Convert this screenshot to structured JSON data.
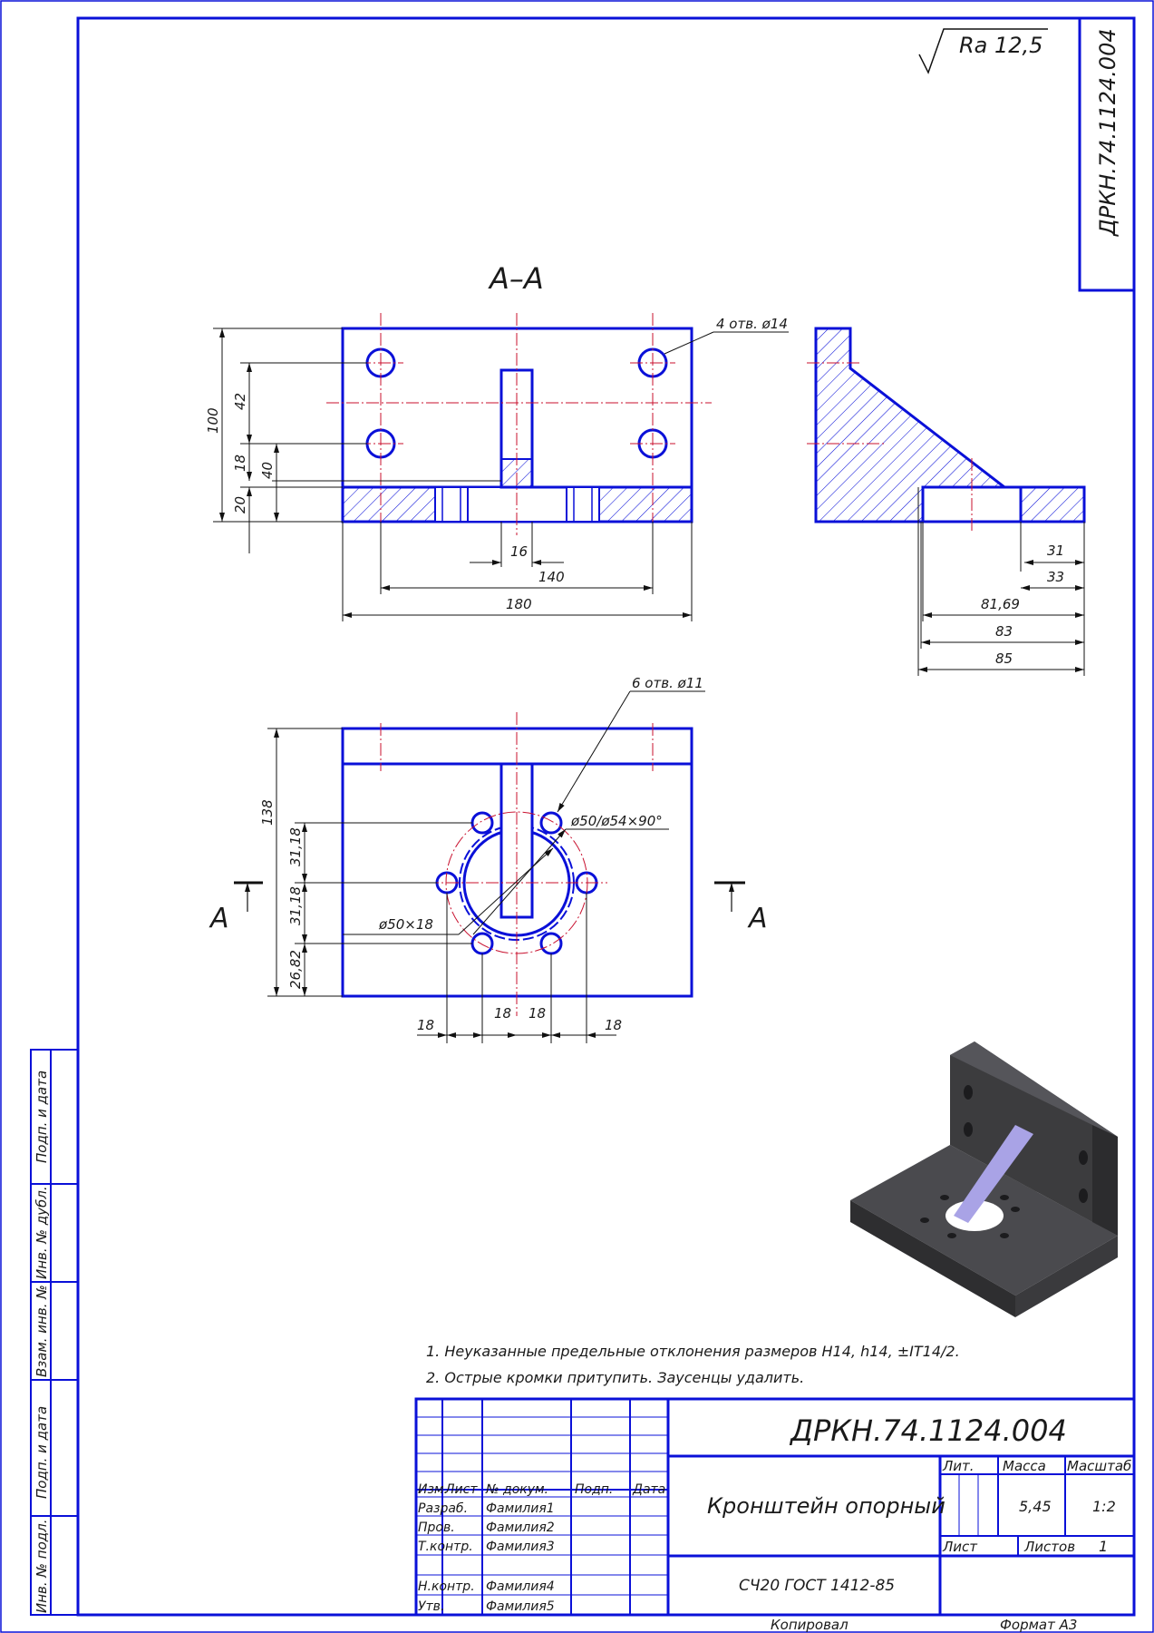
{
  "document": {
    "code": "ДРКН.74.1124.004",
    "code_rotated": "ДРКН.74.1124.004",
    "title": "Кронштейн опорный",
    "material": "СЧ20 ГОСТ 1412-85",
    "roughness": "Ra 12,5",
    "mass": "5,45",
    "scale": "1:2",
    "sheet_number": "",
    "sheets_total": "1",
    "copied_by_label": "Копировал",
    "format_label": "Формат А3"
  },
  "title_block": {
    "lit_label": "Лит.",
    "mass_label": "Масса",
    "scale_label": "Масштаб",
    "sheet_label": "Лист",
    "sheets_label": "Листов",
    "col_headers": [
      "Изм.",
      "Лист",
      "№ докум.",
      "Подп.",
      "Дата"
    ],
    "roles": [
      {
        "role": "Разраб.",
        "name": "Фамилия1"
      },
      {
        "role": "Пров.",
        "name": "Фамилия2"
      },
      {
        "role": "Т.контр.",
        "name": "Фамилия3"
      },
      {
        "role": "",
        "name": ""
      },
      {
        "role": "Н.контр.",
        "name": "Фамилия4"
      },
      {
        "role": "Утв.",
        "name": "Фамилия5"
      }
    ]
  },
  "side_stamp": {
    "labels": [
      "Подп. и дата",
      "Инв. № дубл.",
      "Взам. инв. №",
      "Подп. и дата",
      "Инв. № подл."
    ]
  },
  "notes": [
    "1. Неуказанные предельные отклонения размеров H14, h14, ±IT14/2.",
    "2. Острые кромки притупить. Заусенцы удалить."
  ],
  "views": {
    "section_title": "А–А",
    "section_mark": "А",
    "holes_top_callout": "4 отв. ø14",
    "holes_plan_callout": "6 отв. ø11",
    "chamfer_callout": "ø50/ø54×90°",
    "bore_callout": "ø50×18"
  },
  "dimensions": {
    "section_left": [
      "100",
      "42",
      "18",
      "40",
      "20"
    ],
    "section_bottom": [
      "16",
      "140",
      "180"
    ],
    "side_view": [
      "31",
      "33",
      "81,69",
      "83",
      "85"
    ],
    "plan_left": [
      "138",
      "31,18",
      "31,18",
      "26,82"
    ],
    "plan_bottom": [
      "18",
      "18",
      "18",
      "18"
    ]
  },
  "colors": {
    "contour": "#0a10d8",
    "centerline": "#c8102e",
    "dimension": "#111111",
    "model_dark": "#3c3c3e",
    "model_light": "#5a5a5e",
    "rib": "#a9a3e6"
  }
}
